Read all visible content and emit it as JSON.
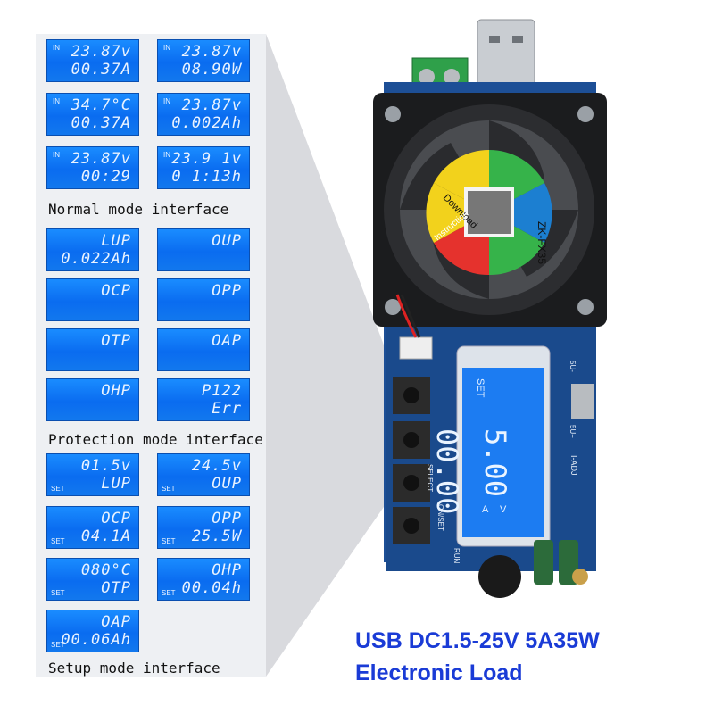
{
  "normal": {
    "caption": "Normal mode interface",
    "screens": [
      {
        "ind": "IN",
        "l1": "23.87v",
        "l2": "00.37A"
      },
      {
        "ind": "IN",
        "l1": "23.87v",
        "l2": "08.90W"
      },
      {
        "ind": "IN",
        "l1": "34.7°C",
        "l2": "00.37A"
      },
      {
        "ind": "IN",
        "l1": "23.87v",
        "l2": "0.002Ah"
      },
      {
        "ind": "IN",
        "l1": "23.87v",
        "l2": "00:29"
      },
      {
        "ind": "IN",
        "l1": "23.9 1v",
        "l2": "0 1:13h"
      }
    ]
  },
  "protection": {
    "caption": "Protection mode interface",
    "screens": [
      {
        "l1": "LUP",
        "l2": "0.022Ah"
      },
      {
        "l1": "OUP",
        "l2": ""
      },
      {
        "l1": "OCP",
        "l2": ""
      },
      {
        "l1": "OPP",
        "l2": ""
      },
      {
        "l1": "OTP",
        "l2": ""
      },
      {
        "l1": "OAP",
        "l2": ""
      },
      {
        "l1": "OHP",
        "l2": ""
      },
      {
        "l1": "P122",
        "l2": "Err"
      }
    ]
  },
  "setup": {
    "caption": "Setup mode interface",
    "screens": [
      {
        "l1": "01.5v",
        "l2": "LUP",
        "set": "SET"
      },
      {
        "l1": "24.5v",
        "l2": "OUP",
        "set": "SET"
      },
      {
        "l1": "OCP",
        "l2": "04.1A",
        "set": "SET"
      },
      {
        "l1": "OPP",
        "l2": "25.5W",
        "set": "SET"
      },
      {
        "l1": "080°C",
        "l2": "OTP",
        "set": "SET"
      },
      {
        "l1": "OHP",
        "l2": "00.04h",
        "set": "SET"
      },
      {
        "l1": "OAP",
        "l2": "00.06Ah",
        "set": "SET"
      }
    ]
  },
  "board": {
    "fan_labels": [
      "Download",
      "Instruction",
      "ZK-FX35"
    ],
    "lcd_set": "SET",
    "lcd_line1": "00.00",
    "lcd_line2": "5.00",
    "lcd_v": "V",
    "lcd_a": "A",
    "silk": [
      "SELECT",
      "ON/SET",
      "RUN",
      "I-ADJ",
      "5U-",
      "5U+"
    ]
  },
  "title": {
    "line1": "USB DC1.5-25V  5A35W",
    "line2": "Electronic Load"
  },
  "colors": {
    "lcd": "#0a6cf0",
    "pcb": "#1d4f96",
    "title": "#1a3bd6"
  }
}
